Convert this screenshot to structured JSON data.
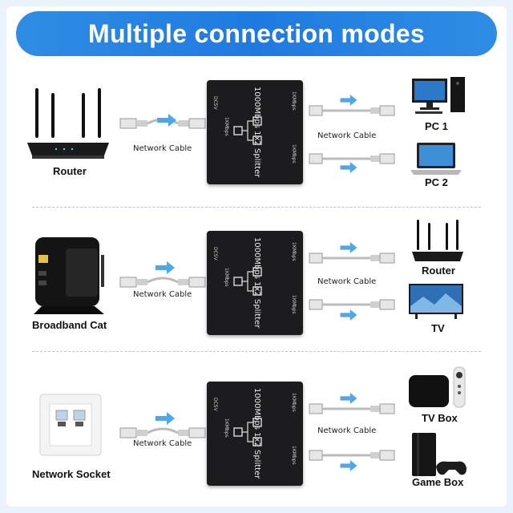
{
  "banner": {
    "title": "Multiple connection modes"
  },
  "cable_label": "Network Cable",
  "splitter": {
    "title": "1000Mbps 1x2 Splitter",
    "power": "DC5V",
    "port_speed": "1KMbps"
  },
  "rows": [
    {
      "source": "Router",
      "outputs": [
        "PC 1",
        "PC 2"
      ]
    },
    {
      "source": "Broadband Cat",
      "outputs": [
        "Router",
        "TV"
      ]
    },
    {
      "source": "Network Socket",
      "outputs": [
        "TV Box",
        "Game Box"
      ]
    }
  ],
  "colors": {
    "banner": "#1f7ae0",
    "arrow": "#4fa7ea",
    "splitter": "#1c1c1e"
  }
}
